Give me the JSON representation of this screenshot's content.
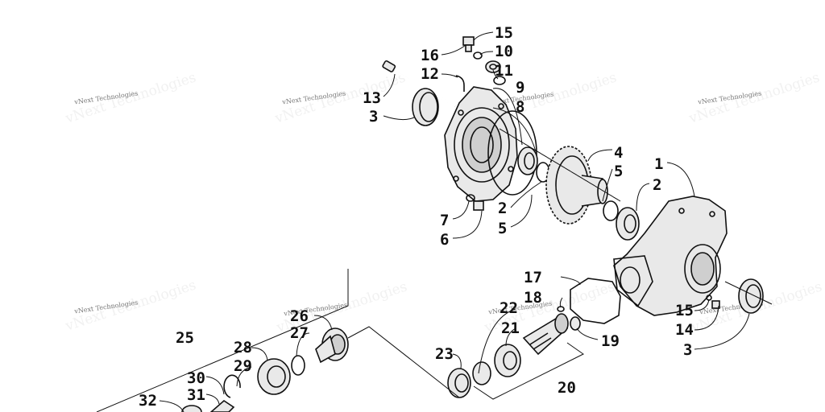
{
  "watermark": {
    "text": "vNext Technologies"
  },
  "callouts": {
    "c1": "1",
    "c2a": "2",
    "c2b": "2",
    "c3a": "3",
    "c3b": "3",
    "c4": "4",
    "c5a": "5",
    "c5b": "5",
    "c6": "6",
    "c7": "7",
    "c8": "8",
    "c9": "9",
    "c10": "10",
    "c11": "11",
    "c12": "12",
    "c13": "13",
    "c14": "14",
    "c15a": "15",
    "c15b": "15",
    "c16": "16",
    "c17": "17",
    "c18": "18",
    "c19": "19",
    "c20": "20",
    "c21": "21",
    "c22": "22",
    "c23": "23",
    "c25": "25",
    "c26": "26",
    "c27": "27",
    "c28": "28",
    "c29": "29",
    "c30": "30",
    "c31": "31",
    "c32": "32"
  },
  "icons": [
    "bolt-icon",
    "seal-icon",
    "bearing-icon",
    "gear-icon",
    "housing-icon",
    "shaft-icon",
    "washer-icon",
    "o-ring-icon",
    "gasket-icon"
  ]
}
